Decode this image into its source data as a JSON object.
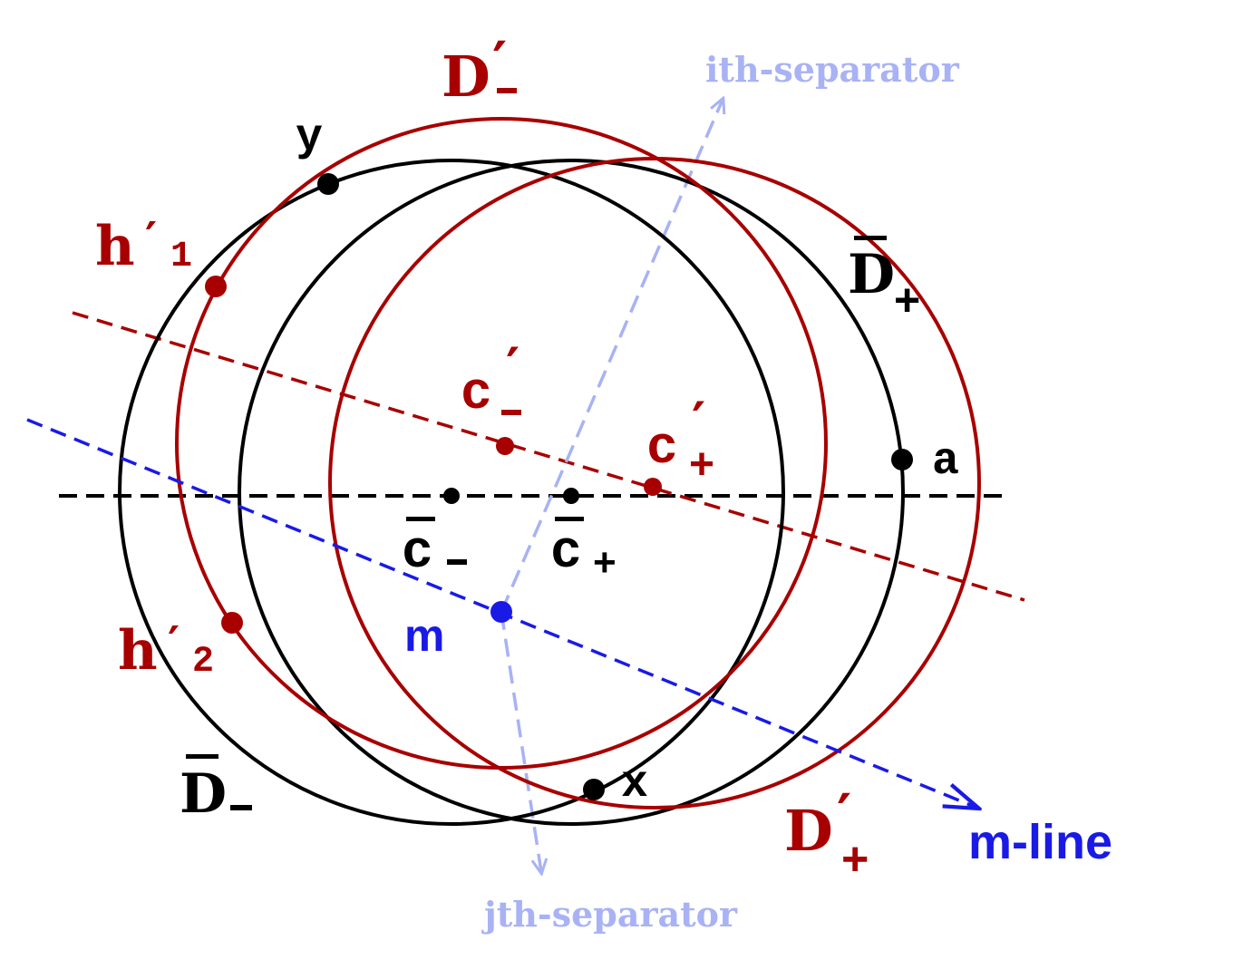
{
  "colors": {
    "black": "#000000",
    "red": "#a80000",
    "blue": "#1a1ae6",
    "light_blue": "#a8b2f5"
  },
  "labels": {
    "D_minus_prime": {
      "main": "D",
      "mark": "′",
      "sub": "-"
    },
    "D_plus_prime": {
      "main": "D",
      "mark": "′",
      "sub": "+"
    },
    "D_bar_minus": {
      "main": "D",
      "sub": "-"
    },
    "D_bar_plus": {
      "main": "D",
      "sub": "+"
    },
    "c_minus_prime": {
      "main": "c",
      "mark": "′",
      "sub": "-"
    },
    "c_plus_prime": {
      "main": "c",
      "mark": "′",
      "sub": "+"
    },
    "c_bar_minus": {
      "main": "c",
      "sub": "-"
    },
    "c_bar_plus": {
      "main": "c",
      "sub": "+"
    },
    "h1": {
      "main": "h",
      "mark": "′",
      "sub": "1"
    },
    "h2": {
      "main": "h",
      "mark": "′",
      "sub": "2"
    },
    "y": "y",
    "x": "x",
    "a": "a",
    "m": "m",
    "m_line": "m-line",
    "ith_separator": "ith-separator",
    "jth_separator": "jth-separator"
  }
}
